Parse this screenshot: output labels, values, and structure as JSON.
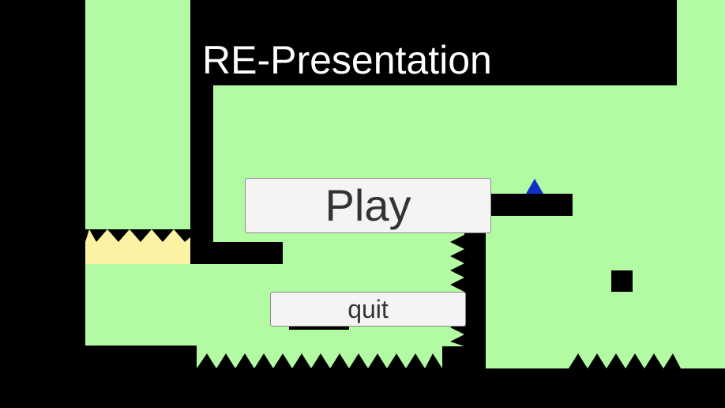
{
  "title": "RE-Presentation",
  "menu": {
    "play_label": "Play",
    "quit_label": "quit"
  },
  "colors": {
    "background": "#000000",
    "floor": "#b3fba3",
    "lava": "#fbf3a3",
    "player": "#1230c8",
    "button": "#f4f4f4"
  },
  "icons": {
    "player": "blue-triangle",
    "block": "black-square"
  }
}
